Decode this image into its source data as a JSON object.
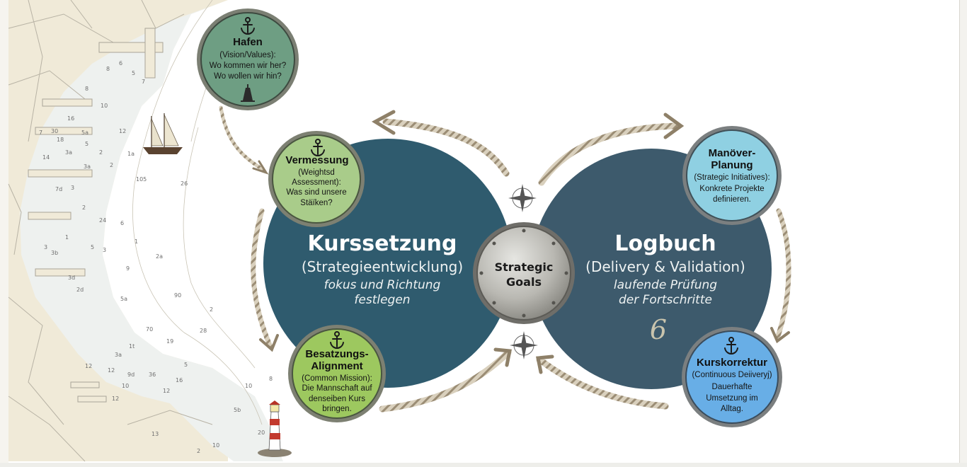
{
  "left_cycle": {
    "title": "Kurssetzung",
    "subtitle": "(Strategieentwicklung)",
    "tagline_1": "fokus und Richtung",
    "tagline_2": "festlegen",
    "color": "#2f5b6e"
  },
  "right_cycle": {
    "title": "Logbuch",
    "subtitle": "(Delivery & Validation)",
    "tagline_1": "laufende Prüfung",
    "tagline_2": "der Fortschritte",
    "mark": "6",
    "color": "#3d5a6c"
  },
  "hub": {
    "line_1": "Strategic",
    "line_2": "Goals"
  },
  "nodes": {
    "hafen": {
      "title": "Hafen",
      "line_1": "(Vision/Values):",
      "line_2": "Wo kommen wir her?",
      "line_3": "Wo wollen wir hin?",
      "color": "#6e9e83"
    },
    "vermessung": {
      "title": "Vermessung",
      "line_1": "(Weightsd",
      "line_2": "Assessment):",
      "line_3": "Was sind unsere",
      "line_4": "Stäïken?",
      "color": "#a9cc8a"
    },
    "besatzung": {
      "title_1": "Besatzungs-",
      "title_2": "Alignment",
      "line_1": "(Common Mission):",
      "line_2": "Die Mannschaft auf",
      "line_3": "denseiben Kurs",
      "line_4": "bringen.",
      "color": "#9dc85f"
    },
    "manoever": {
      "title_1": "Manöver-",
      "title_2": "Planung",
      "line_1": "(Strategic Initiatives):",
      "line_2": "Konkrete Projekte",
      "line_3": "definieren.",
      "color": "#8fd0e2"
    },
    "kurskorrektur": {
      "title": "Kurskorrektur",
      "line_1": "(Continuous Deiiveryj)",
      "line_2": "Dauerhafte",
      "line_3": "Umsetzung im",
      "line_4": "Alltag.",
      "color": "#68aee6"
    }
  },
  "nautical_chart": {
    "depths": [
      "8",
      "6",
      "5",
      "7",
      "8",
      "10",
      "12",
      "5a",
      "16",
      "18",
      "14",
      "5",
      "2",
      "2",
      "1a",
      "3a",
      "30",
      "7",
      "105",
      "26",
      "3a",
      "3",
      "2",
      "24",
      "5",
      "1",
      "3",
      "3b",
      "6",
      "1",
      "2a",
      "7d",
      "9",
      "3d",
      "2d",
      "3",
      "90",
      "5a",
      "2",
      "28",
      "70",
      "19",
      "5",
      "1t",
      "3a",
      "12",
      "9d",
      "36",
      "12",
      "10",
      "12",
      "5b",
      "10",
      "8",
      "20",
      "16",
      "12",
      "10",
      "2",
      "13"
    ]
  },
  "icons": [
    "anchor-icon",
    "compass-rose-icon",
    "sailing-ship-icon",
    "lighthouse-icon",
    "buoy-icon",
    "rope-arrow-icon"
  ]
}
